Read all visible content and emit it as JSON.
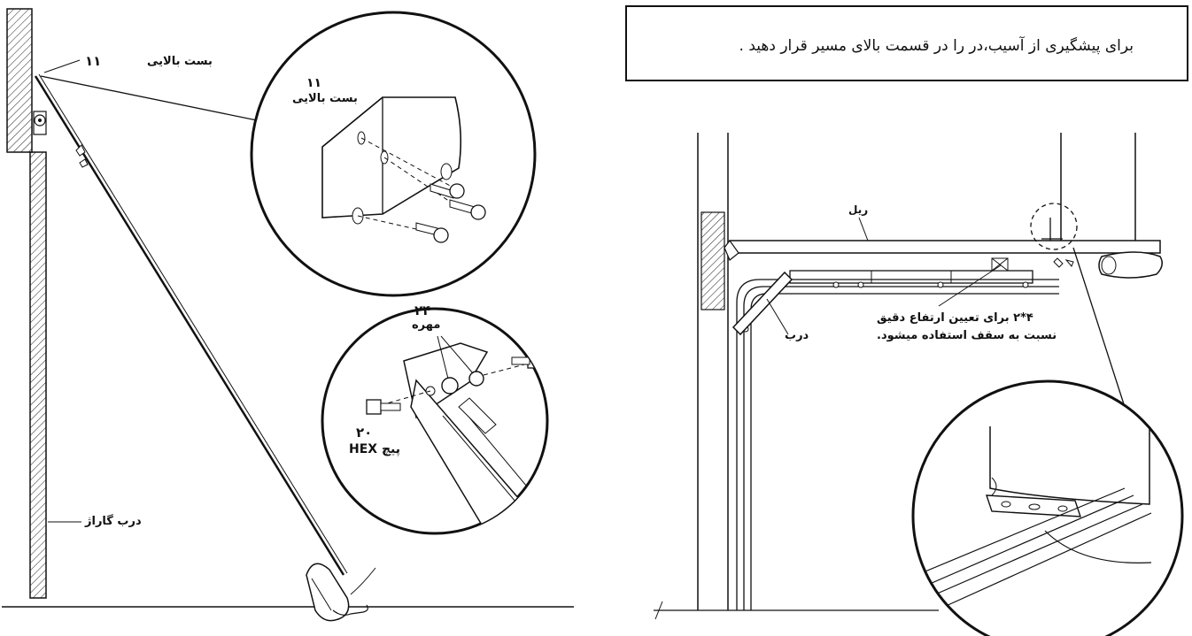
{
  "left_figure": {
    "upper_bracket_number": "۱۱",
    "upper_bracket_label": "بست بالایی",
    "zoom_bracket_number": "۱۱",
    "zoom_bracket_label": "بست بالایی",
    "nut_number": "۲۴",
    "nut_label": "مهره",
    "bolt_number": "۲۰",
    "bolt_label": "پیچ HEX",
    "garage_door_label": "درب گاراژ"
  },
  "right_figure": {
    "note_text": "برای پیشگیری از آسیب،در را در قسمت بالای مسیر قرار دهید .",
    "rail_label": "ریل",
    "door_label": "درب",
    "height_note_line1": "۴*۲ برای تعیین ارتفاع دقیق",
    "height_note_line2": "نسبت به سقف استفاده میشود."
  }
}
